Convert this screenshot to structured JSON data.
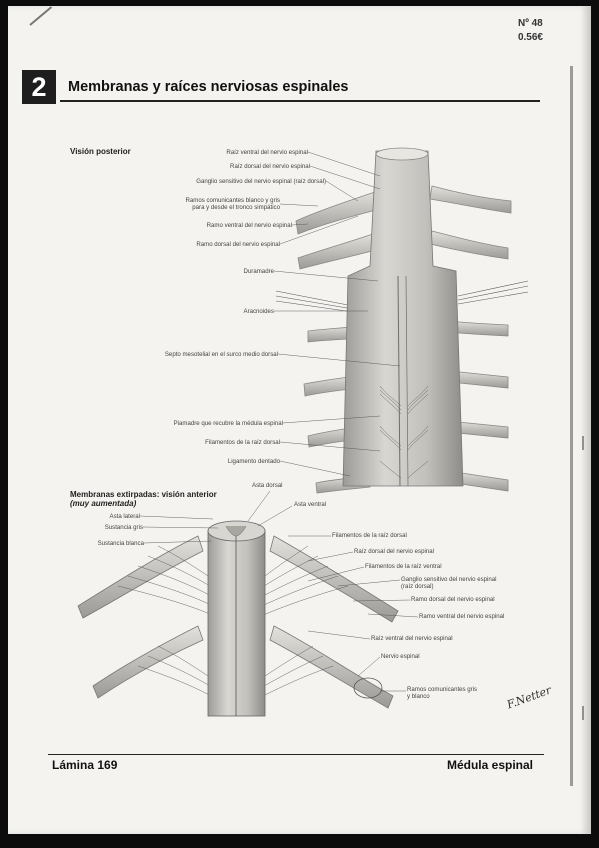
{
  "sheet": {
    "number": "Nº 48",
    "price": "0.56€"
  },
  "chapter": {
    "number": "2",
    "title": "Membranas y raíces nerviosas espinales"
  },
  "posterior": {
    "heading": "Visión posterior",
    "labels": [
      "Raíz ventral del nervio espinal",
      "Raíz dorsal del nervio espinal",
      "Ganglio sensitivo del nervio espinal (raíz dorsal)",
      "Ramos comunicantes blanco y gris",
      "para y desde el tronco simpático",
      "Ramo ventral del nervio espinal",
      "Ramo dorsal del nervio espinal",
      "Duramadre",
      "Aracnoides",
      "Septo mesotelial en el surco medio dorsal",
      "Piamadre que recubre la médula espinal",
      "Filamentos de la raíz dorsal",
      "Ligamento dentado"
    ]
  },
  "anterior": {
    "heading": "Membranas extirpadas: visión anterior",
    "subheading": "(muy aumentada)",
    "left_labels": [
      "Asta lateral",
      "Sustancia gris",
      "Sustancia blanca"
    ],
    "top_labels": [
      "Asta dorsal",
      "Asta ventral"
    ],
    "right_labels": [
      "Filamentos de la raíz dorsal",
      "Raíz dorsal del nervio espinal",
      "Filamentos de la raíz ventral",
      "Ganglio sensitivo del nervio espinal",
      "(raíz dorsal)",
      "Ramo dorsal del nervio espinal",
      "Ramo ventral del nervio espinal",
      "Raíz ventral del nervio espinal",
      "Nervio espinal",
      "Ramos comunicantes gris",
      "y blanco"
    ]
  },
  "signature": "F.Netter",
  "footer": {
    "left": "Lámina 169",
    "right": "Médula espinal"
  }
}
